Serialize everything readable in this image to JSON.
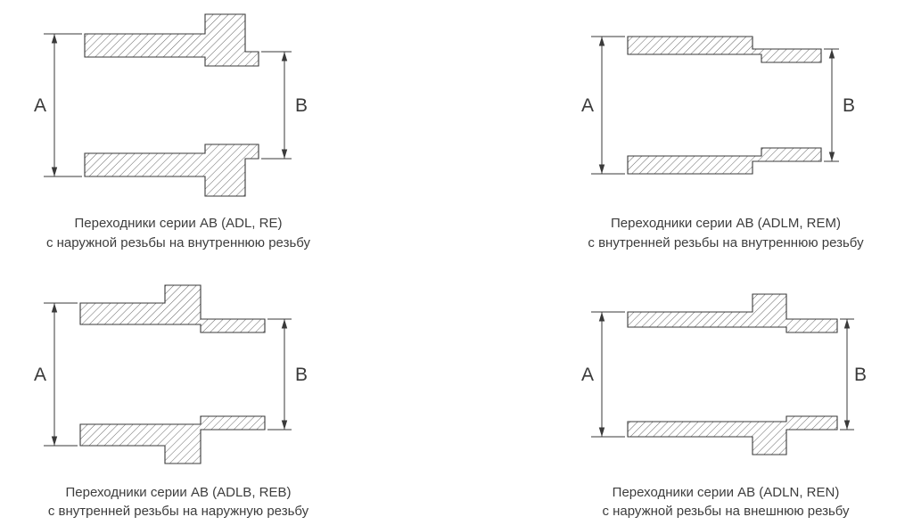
{
  "colors": {
    "line": "#3a3a3a",
    "caption_text": "#3d3d3d",
    "background": "#ffffff"
  },
  "figures": [
    {
      "id": "adl-re",
      "dim_a": "A",
      "dim_b": "B",
      "caption_line1": "Переходники серии AB (ADL, RE)",
      "caption_line2": "с наружной резьбы на внутреннюю резьбу"
    },
    {
      "id": "adlm-rem",
      "dim_a": "A",
      "dim_b": "B",
      "caption_line1": "Переходники серии AB (ADLM, REM)",
      "caption_line2": "с внутренней резьбы на внутреннюю резьбу"
    },
    {
      "id": "adlb-reb",
      "dim_a": "A",
      "dim_b": "B",
      "caption_line1": "Переходники серии AB (ADLB, REB)",
      "caption_line2": "с внутренней резьбы на наружную резьбу"
    },
    {
      "id": "adln-ren",
      "dim_a": "A",
      "dim_b": "B",
      "caption_line1": "Переходники серии AB (ADLN, REN)",
      "caption_line2": "с наружной резьбы на внешнюю резьбу"
    }
  ]
}
